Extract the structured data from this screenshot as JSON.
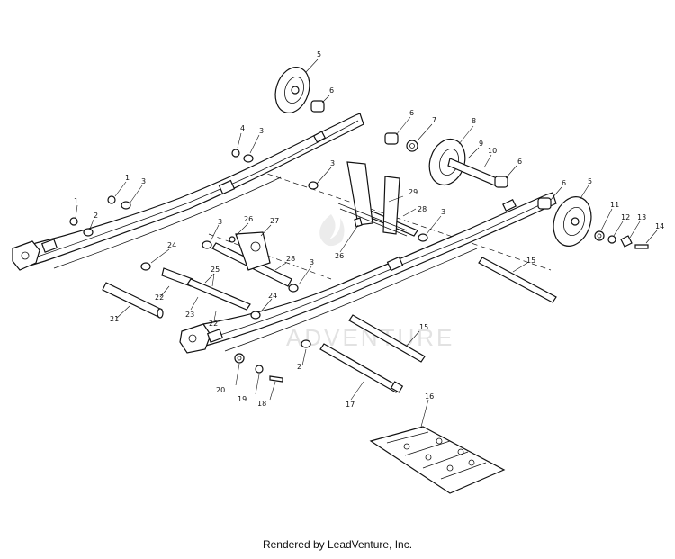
{
  "diagram": {
    "callouts": [
      {
        "id": "c5a",
        "label": "5"
      },
      {
        "id": "c6a",
        "label": "6"
      },
      {
        "id": "c4",
        "label": "4"
      },
      {
        "id": "c3a",
        "label": "3"
      },
      {
        "id": "c6b",
        "label": "6"
      },
      {
        "id": "c7",
        "label": "7"
      },
      {
        "id": "c8",
        "label": "8"
      },
      {
        "id": "c9",
        "label": "9"
      },
      {
        "id": "c10",
        "label": "10"
      },
      {
        "id": "c6c",
        "label": "6"
      },
      {
        "id": "c6d",
        "label": "6"
      },
      {
        "id": "c5b",
        "label": "5"
      },
      {
        "id": "c1a",
        "label": "1"
      },
      {
        "id": "c1b",
        "label": "1"
      },
      {
        "id": "c3b",
        "label": "3"
      },
      {
        "id": "c2a",
        "label": "2"
      },
      {
        "id": "c3c",
        "label": "3"
      },
      {
        "id": "c29",
        "label": "29"
      },
      {
        "id": "c28a",
        "label": "28"
      },
      {
        "id": "c3d",
        "label": "3"
      },
      {
        "id": "c11",
        "label": "11"
      },
      {
        "id": "c12",
        "label": "12"
      },
      {
        "id": "c13",
        "label": "13"
      },
      {
        "id": "c14",
        "label": "14"
      },
      {
        "id": "c3e",
        "label": "3"
      },
      {
        "id": "c26a",
        "label": "26"
      },
      {
        "id": "c27",
        "label": "27"
      },
      {
        "id": "c26b",
        "label": "26"
      },
      {
        "id": "c24a",
        "label": "24"
      },
      {
        "id": "c28b",
        "label": "28"
      },
      {
        "id": "c3f",
        "label": "3"
      },
      {
        "id": "c15a",
        "label": "15"
      },
      {
        "id": "c25",
        "label": "25"
      },
      {
        "id": "c22a",
        "label": "22"
      },
      {
        "id": "c21",
        "label": "21"
      },
      {
        "id": "c23",
        "label": "23"
      },
      {
        "id": "c24b",
        "label": "24"
      },
      {
        "id": "c22b",
        "label": "22"
      },
      {
        "id": "c15b",
        "label": "15"
      },
      {
        "id": "c2b",
        "label": "2"
      },
      {
        "id": "c20",
        "label": "20"
      },
      {
        "id": "c19",
        "label": "19"
      },
      {
        "id": "c18",
        "label": "18"
      },
      {
        "id": "c17",
        "label": "17"
      },
      {
        "id": "c16",
        "label": "16"
      }
    ],
    "watermark": "ADVENTURE"
  },
  "footer": {
    "text": "Rendered by LeadVenture, Inc."
  }
}
